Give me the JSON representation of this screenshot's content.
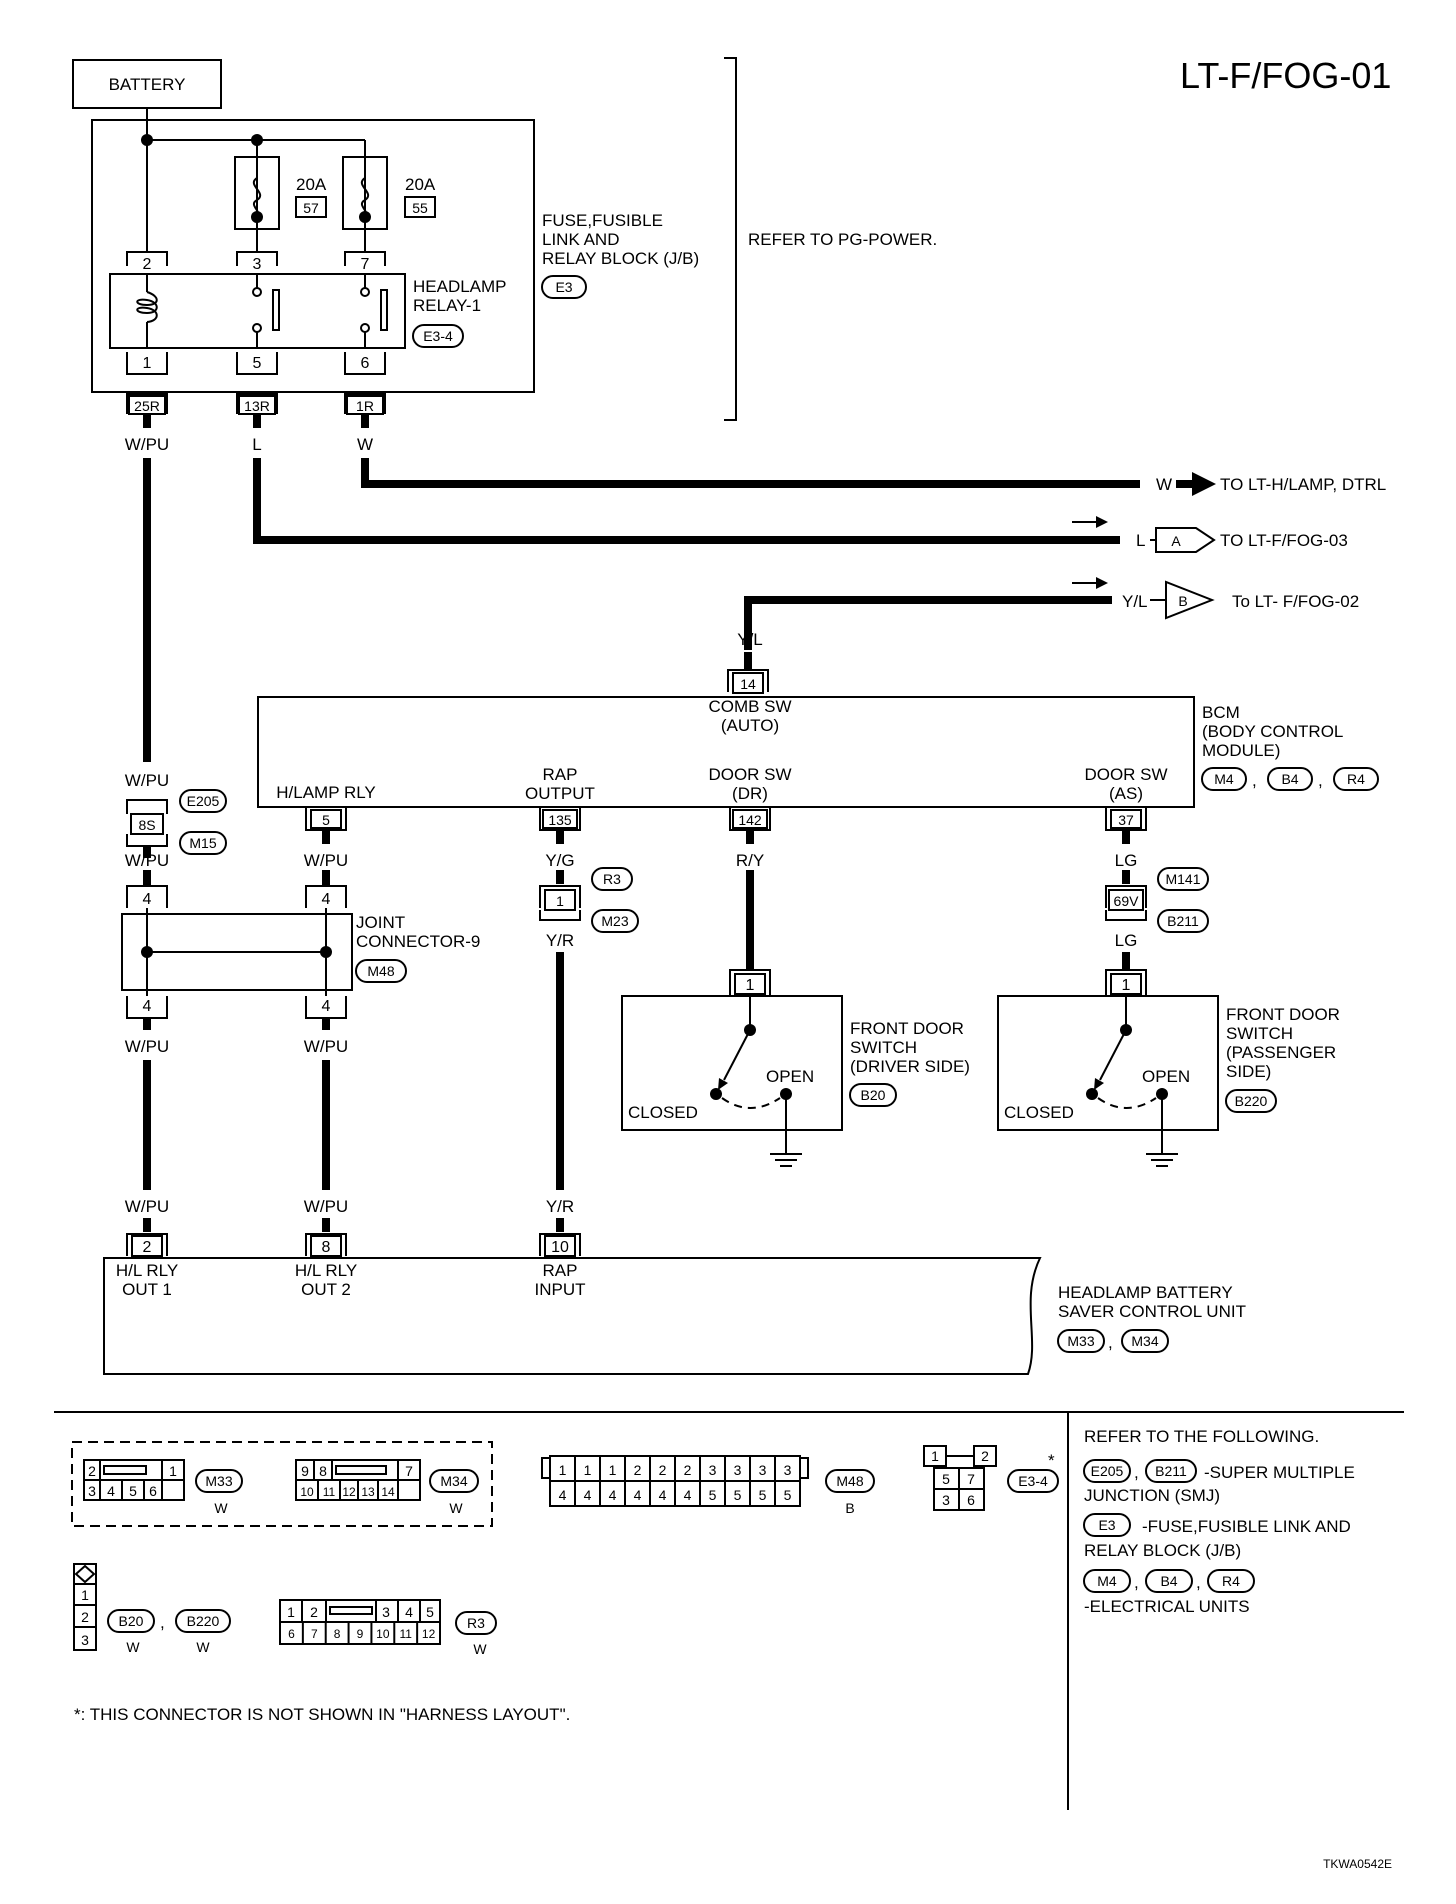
{
  "page_code": "LT-F/FOG-01",
  "figure_id": "TKWA0542E",
  "battery": "BATTERY",
  "fuse_block": {
    "title_lines": [
      "FUSE,FUSIBLE",
      "LINK AND",
      "RELAY BLOCK (J/B)"
    ],
    "connector": "E3",
    "refer": "REFER TO PG-POWER.",
    "fuses": [
      {
        "rating": "20A",
        "number": "57"
      },
      {
        "rating": "20A",
        "number": "55"
      }
    ]
  },
  "relay": {
    "name_lines": [
      "HEADLAMP",
      "RELAY-1"
    ],
    "connector": "E3-4",
    "top_pins": [
      "2",
      "3",
      "7"
    ],
    "bottom_pins": [
      "1",
      "5",
      "6"
    ],
    "terminals": [
      "25R",
      "13R",
      "1R"
    ]
  },
  "wires": {
    "w_pu": "W/PU",
    "l": "L",
    "w": "W",
    "y_l": "Y/L",
    "y_g": "Y/G",
    "y_r": "Y/R",
    "r_y": "R/Y",
    "lg": "LG"
  },
  "destinations": [
    {
      "wire": "W",
      "tag": "",
      "text": "TO LT-H/LAMP, DTRL"
    },
    {
      "wire": "L",
      "tag": "A",
      "text": "TO LT-F/FOG-03"
    },
    {
      "wire": "Y/L",
      "tag": "B",
      "text": "To LT- F/FOG-02"
    }
  ],
  "bcm": {
    "name_lines": [
      "BCM",
      "(BODY CONTROL",
      "MODULE)"
    ],
    "connectors": [
      "M4",
      "B4",
      "R4"
    ],
    "comb_sw": [
      "COMB SW",
      "(AUTO)"
    ],
    "comb_pin": "14",
    "hlamp_rly": "H/LAMP RLY",
    "hlamp_pin": "5",
    "rap_output": [
      "RAP",
      "OUTPUT"
    ],
    "rap_pin": "135",
    "door_dr": [
      "DOOR SW",
      "(DR)"
    ],
    "door_dr_pin": "142",
    "door_as": [
      "DOOR SW",
      "(AS)"
    ],
    "door_as_pin": "37"
  },
  "inline": {
    "left_pin": "8S",
    "left_top": "E205",
    "left_bottom": "M15",
    "rap_pin": "1",
    "rap_top": "R3",
    "rap_bottom": "M23",
    "as_pin": "69V",
    "as_top": "M141",
    "as_bottom": "B211"
  },
  "joint": {
    "name_lines": [
      "JOINT",
      "CONNECTOR-9"
    ],
    "connector": "M48",
    "pins": [
      "4",
      "4",
      "4",
      "4"
    ]
  },
  "door_driver": {
    "name_lines": [
      "FRONT DOOR",
      "SWITCH",
      "(DRIVER SIDE)"
    ],
    "connector": "B20",
    "pin": "1",
    "closed": "CLOSED",
    "open": "OPEN"
  },
  "door_passenger": {
    "name_lines": [
      "FRONT DOOR",
      "SWITCH",
      "(PASSENGER",
      "SIDE)"
    ],
    "connector": "B220",
    "pin": "1",
    "closed": "CLOSED",
    "open": "OPEN"
  },
  "saver": {
    "name_lines": [
      "HEADLAMP BATTERY",
      "SAVER CONTROL UNIT"
    ],
    "connectors": [
      "M33",
      "M34"
    ],
    "pins": [
      "2",
      "8",
      "10"
    ],
    "labels": [
      [
        "H/L RLY",
        "OUT 1"
      ],
      [
        "H/L RLY",
        "OUT 2"
      ],
      [
        "RAP",
        "INPUT"
      ]
    ]
  },
  "connector_views": {
    "m33": {
      "top": [
        "2",
        "",
        "1"
      ],
      "bottom": [
        "3",
        "4",
        "5",
        "6"
      ],
      "name": "M33",
      "color": "W"
    },
    "m34": {
      "top": [
        "9",
        "8",
        "",
        "7"
      ],
      "bottom": [
        "10",
        "11",
        "12",
        "13",
        "14"
      ],
      "name": "M34",
      "color": "W"
    },
    "m48": {
      "top": [
        "1",
        "1",
        "1",
        "2",
        "2",
        "2",
        "3",
        "3",
        "3",
        "3"
      ],
      "bottom": [
        "4",
        "4",
        "4",
        "4",
        "4",
        "4",
        "5",
        "5",
        "5",
        "5"
      ],
      "name": "M48",
      "color": "B"
    },
    "e34": {
      "rows": [
        [
          "1",
          "",
          "2"
        ],
        [
          "5",
          "7"
        ],
        [
          "3",
          "6"
        ]
      ],
      "name": "E3-4",
      "star": "*"
    },
    "b20": {
      "pins": [
        "1",
        "2",
        "3"
      ],
      "names": [
        "B20",
        "B220"
      ],
      "colors": [
        "W",
        "W"
      ]
    },
    "r3": {
      "top": [
        "1",
        "2",
        "",
        "3",
        "4",
        "5"
      ],
      "bottom": [
        "6",
        "7",
        "8",
        "9",
        "10",
        "11",
        "12"
      ],
      "name": "R3",
      "color": "W"
    }
  },
  "footnote": "*: THIS CONNECTOR IS NOT SHOWN IN \"HARNESS LAYOUT\".",
  "refer_panel": {
    "heading": "REFER TO THE FOLLOWING.",
    "line1_connectors": [
      "E205",
      "B211"
    ],
    "line1_text": "-SUPER MULTIPLE",
    "line1_text2": "JUNCTION (SMJ)",
    "line2_connector": "E3",
    "line2_text": "-FUSE,FUSIBLE LINK AND",
    "line2_text2": "RELAY BLOCK (J/B)",
    "line3_connectors": [
      "M4",
      "B4",
      "R4"
    ],
    "line3_text": "-ELECTRICAL UNITS"
  }
}
